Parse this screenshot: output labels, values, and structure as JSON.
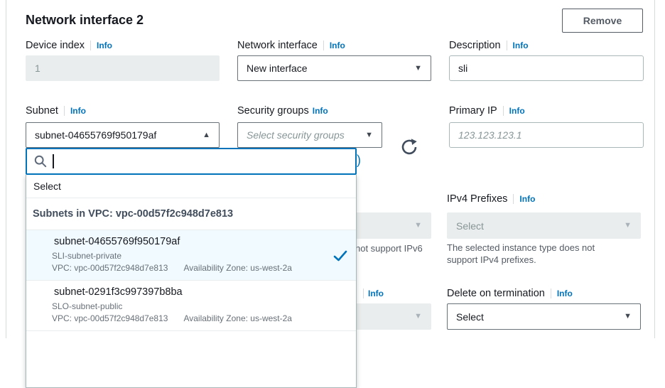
{
  "panel": {
    "title": "Network interface 2"
  },
  "buttons": {
    "remove": "Remove"
  },
  "info_label": "Info",
  "fields": {
    "device_index": {
      "label": "Device index",
      "value": "1"
    },
    "network_interface": {
      "label": "Network interface",
      "value": "New interface"
    },
    "description": {
      "label": "Description",
      "value": "sli"
    },
    "subnet": {
      "label": "Subnet",
      "value": "subnet-04655769f950179af"
    },
    "security_groups": {
      "label": "Security groups",
      "placeholder": "Select security groups"
    },
    "primary_ip": {
      "label": "Primary IP",
      "placeholder": "123.123.123.1"
    },
    "ipv4_prefixes": {
      "label": "IPv4 Prefixes",
      "value": "Select",
      "helper_text": "The selected instance type does not support IPv4 prefixes."
    },
    "delete_on_termination": {
      "label": "Delete on termination",
      "value": "Select"
    }
  },
  "subnet_dropdown": {
    "search_value": "",
    "plain_option": "Select",
    "group_header": "Subnets in VPC: vpc-00d57f2c948d7e813",
    "options": [
      {
        "id": "subnet-04655769f950179af",
        "name": "SLI-subnet-private",
        "vpc": "VPC: vpc-00d57f2c948d7e813",
        "az": "Availability Zone: us-west-2a",
        "selected": "true"
      },
      {
        "id": "subnet-0291f3c997397b8ba",
        "name": "SLO-subnet-public",
        "vpc": "VPC: vpc-00d57f2c948d7e813",
        "az": "Availability Zone: us-west-2a",
        "selected": "false"
      }
    ]
  },
  "partially_hidden": {
    "link_fragment": ")",
    "ipv6_helper_fragment": "not support IPv6",
    "info_fragment": "Info"
  },
  "icons": {
    "search": "magnifier",
    "refresh": "circular-arrow",
    "check": "checkmark",
    "caret_up": "▲",
    "caret_down": "▼"
  },
  "colors": {
    "link_blue": "#0073bb",
    "selected_bg": "#f1faff",
    "disabled_bg": "#eaeded",
    "disabled_text": "#879596",
    "text": "#16191f",
    "muted": "#687078",
    "button_border": "#545b64"
  }
}
